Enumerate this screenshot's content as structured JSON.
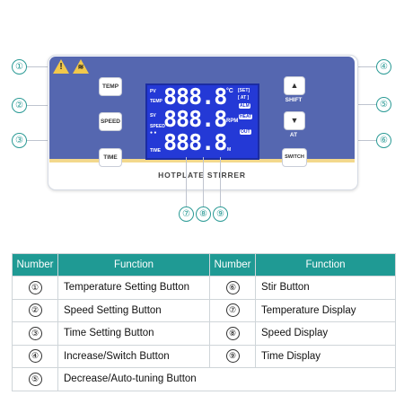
{
  "device": {
    "brand": "HOTPLATE STIRRER",
    "buttons": {
      "temp": "TEMP",
      "speed": "SPEED",
      "time": "TIME",
      "up_label": "SHIFT",
      "down_label": "AT",
      "switch": "SWITCH"
    },
    "display": {
      "pv": "PV",
      "temp": "TEMP",
      "sv": "SV",
      "speed": "SPEED",
      "time": "TIME",
      "unit_c": "°C",
      "rpm": "RPM",
      "min": "M",
      "set": "[SET]",
      "at": "[ AT ]",
      "alm": "ALM",
      "heat": "HEAT",
      "out": "OUT",
      "digits": "888.8"
    },
    "warning_icons": [
      "hazard-icon",
      "hot-surface-icon"
    ],
    "callouts": [
      "①",
      "②",
      "③",
      "④",
      "⑤",
      "⑥",
      "⑦",
      "⑧",
      "⑨"
    ]
  },
  "table": {
    "headers": [
      "Number",
      "Function",
      "Number",
      "Function"
    ],
    "rows": [
      {
        "n1": "①",
        "f1": "Temperature Setting Button",
        "n2": "⑥",
        "f2": "Stir Button"
      },
      {
        "n1": "②",
        "f1": "Speed Setting Button",
        "n2": "⑦",
        "f2": "Temperature Display"
      },
      {
        "n1": "③",
        "f1": "Time Setting Button",
        "n2": "⑧",
        "f2": "Speed Display"
      },
      {
        "n1": "④",
        "f1": "Increase/Switch Button",
        "n2": "⑨",
        "f2": "Time Display"
      },
      {
        "n1": "⑤",
        "f1": "Decrease/Auto-tuning Button"
      }
    ]
  },
  "colors": {
    "teal": "#1f9a94",
    "panel_blue": "#5567b0",
    "lcd_blue": "#2439d6",
    "accent_yellow": "#f3d88c"
  }
}
